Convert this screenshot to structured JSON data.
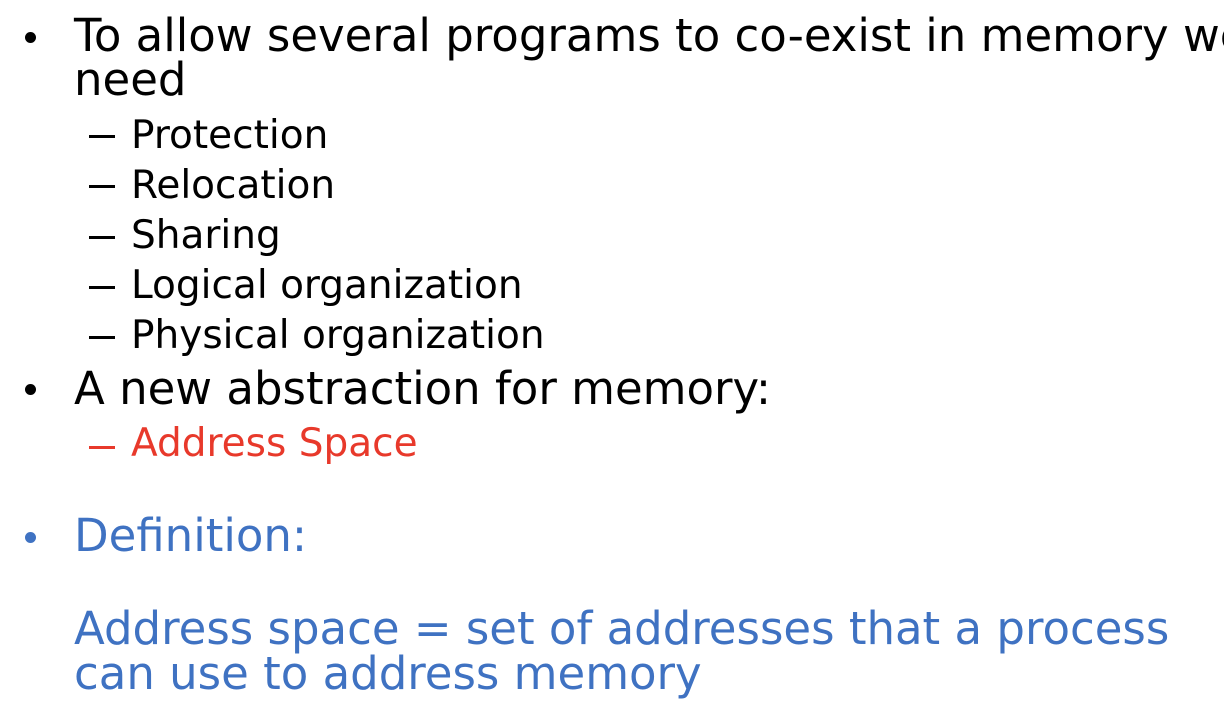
{
  "bullets": {
    "b1_line1": "To allow several programs to co-exist in memory we",
    "b1_line2": "need",
    "subs": [
      "Protection",
      "Relocation",
      "Sharing",
      "Logical organization",
      "Physical organization"
    ],
    "b2": "A new abstraction for memory:",
    "b2_sub": "Address Space",
    "b3": "Definition:",
    "def_line1": "Address space = set of addresses that a process",
    "def_line2": "can use to address memory"
  },
  "colors": {
    "text": "#000000",
    "highlight_red": "#e8392b",
    "definition_blue": "#3f72c2"
  }
}
